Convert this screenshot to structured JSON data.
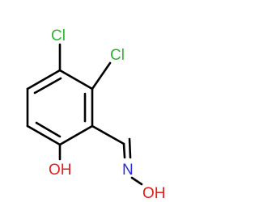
{
  "molecule": {
    "atom_labels": {
      "cl_top": "Cl",
      "cl_right": "Cl",
      "hydroxyl_phenol": "OH",
      "imine_nitrogen": "N",
      "oxime_hydroxyl": "OH"
    },
    "colors": {
      "bond": "#000000",
      "chlorine": "#2fb52f",
      "oxygen": "#e0201b",
      "nitrogen": "#2a2ae0"
    }
  }
}
